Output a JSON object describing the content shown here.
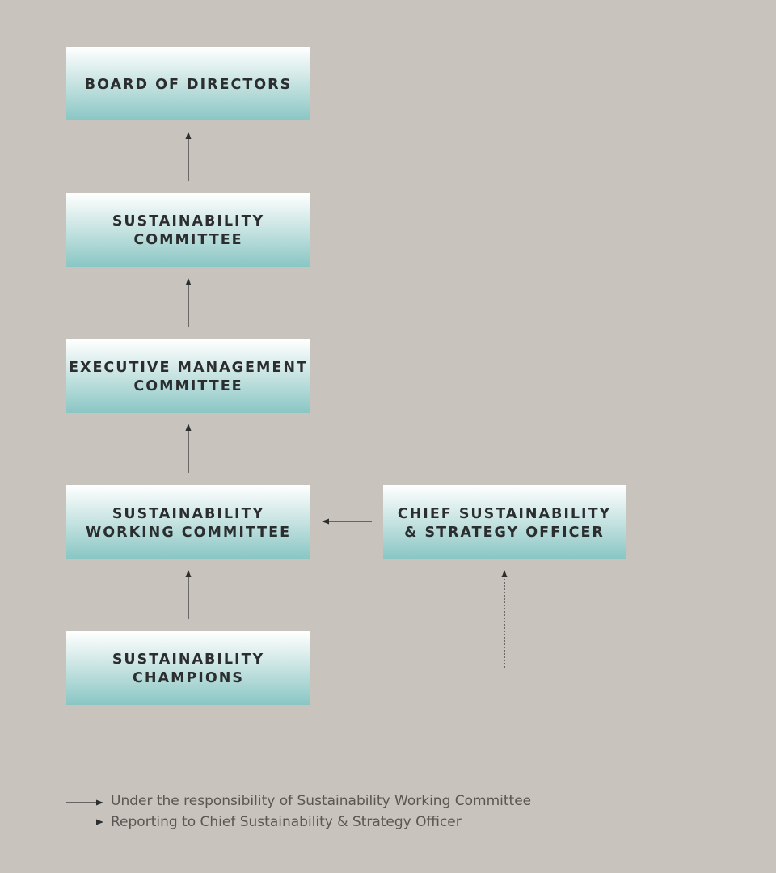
{
  "nodes": {
    "board_of_directors": {
      "lines": [
        "BOARD OF DIRECTORS"
      ]
    },
    "sustainability_committee": {
      "lines": [
        "SUSTAINABILITY",
        "COMMITTEE"
      ]
    },
    "executive_management_committee": {
      "lines": [
        "EXECUTIVE MANAGEMENT",
        "COMMITTEE"
      ]
    },
    "sustainability_working_committee": {
      "lines": [
        "SUSTAINABILITY",
        "WORKING COMMITTEE"
      ]
    },
    "sustainability_champions": {
      "lines": [
        "SUSTAINABILITY",
        "CHAMPIONS"
      ]
    },
    "chief_sustainability_officer": {
      "lines": [
        "CHIEF SUSTAINABILITY",
        "& STRATEGY OFFICER"
      ]
    }
  },
  "legend": {
    "solid": "Under the responsibility of Sustainability Working Committee",
    "dotted": "Reporting to Chief Sustainability & Strategy Officer"
  },
  "colors": {
    "background": "#c8c3bd",
    "box_top": "#ffffff",
    "box_bottom": "#89c6c4",
    "text": "#2b2d2f",
    "connector": "#2b2d2f",
    "legend_text": "#5a5651"
  }
}
